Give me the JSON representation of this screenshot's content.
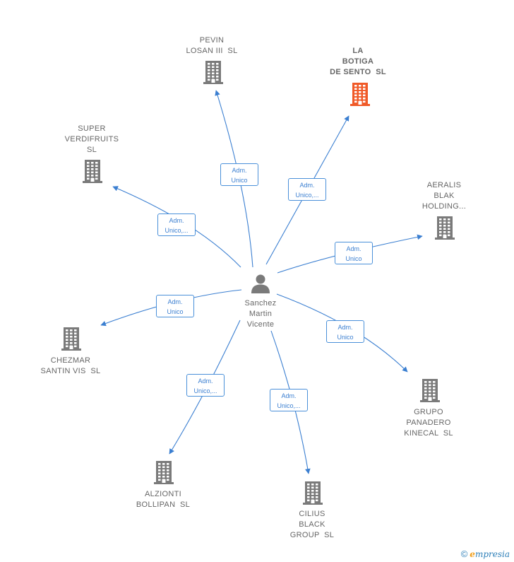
{
  "center": {
    "name": "Sanchez\nMartin\nVicente"
  },
  "colors": {
    "edge": "#3b7fd1",
    "node": "#7a7a7a",
    "highlight": "#f05a28"
  },
  "icons": {
    "company": "building-icon",
    "person": "person-icon"
  },
  "nodes": [
    {
      "id": "pevin",
      "label": "PEVIN\nLOSAN III  SL",
      "role": "Adm.\nUnico",
      "highlight": false
    },
    {
      "id": "labotiga",
      "label": "LA\nBOTIGA\nDE SENTO  SL",
      "role": "Adm.\nUnico,...",
      "highlight": true
    },
    {
      "id": "super",
      "label": "SUPER\nVERDIFRUITS\nSL",
      "role": "Adm.\nUnico,...",
      "highlight": false
    },
    {
      "id": "aeralis",
      "label": "AERALIS\nBLAK\nHOLDING...",
      "role": "Adm.\nUnico",
      "highlight": false
    },
    {
      "id": "chezmar",
      "label": "CHEZMAR\nSANTIN VIS  SL",
      "role": "Adm.\nUnico",
      "highlight": false
    },
    {
      "id": "grupo",
      "label": "GRUPO\nPANADERO\nKINECAL  SL",
      "role": "Adm.\nUnico",
      "highlight": false
    },
    {
      "id": "alzionti",
      "label": "ALZIONTI\nBOLLIPAN  SL",
      "role": "Adm.\nUnico,...",
      "highlight": false
    },
    {
      "id": "cilius",
      "label": "CILIUS\nBLACK\nGROUP  SL",
      "role": "Adm.\nUnico,...",
      "highlight": false
    }
  ],
  "footer": {
    "copyright": "©",
    "brand_initial": "e",
    "brand_rest": "mpresia"
  }
}
